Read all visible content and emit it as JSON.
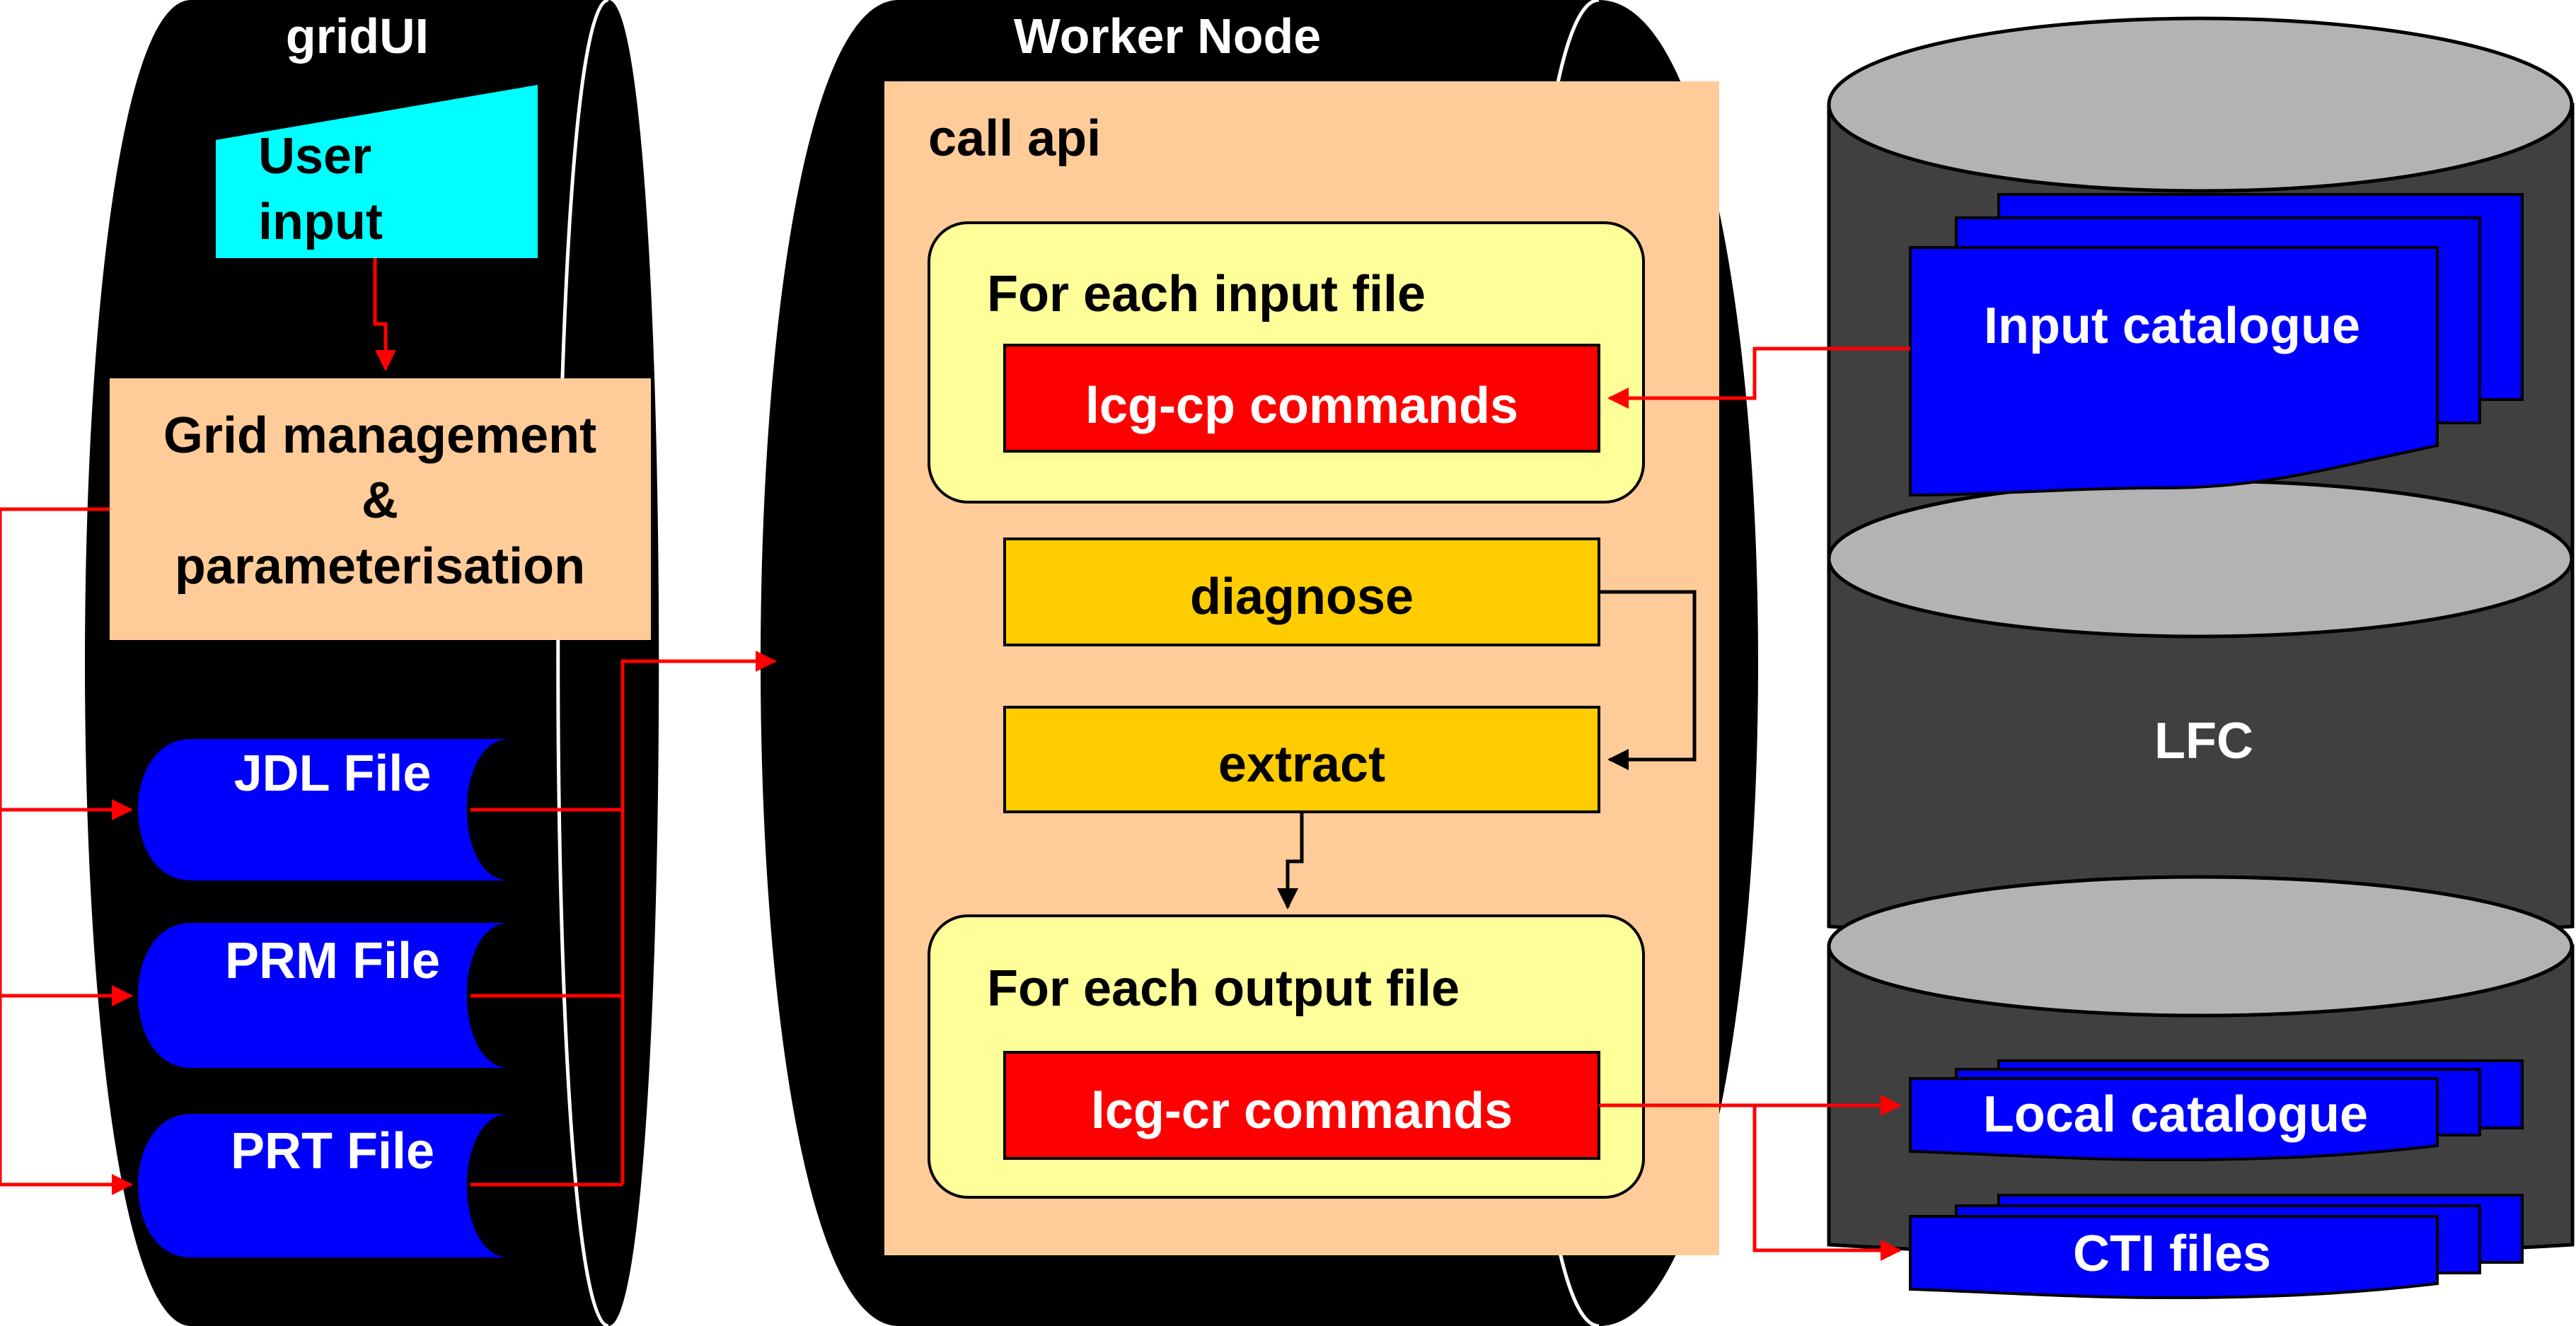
{
  "gridui": {
    "title": "gridUI",
    "user_input": [
      "User",
      "input"
    ],
    "grid_mgmt": [
      "Grid management",
      "&",
      "parameterisation"
    ],
    "files": [
      "JDL File",
      "PRM File",
      "PRT File"
    ]
  },
  "worker": {
    "title": "Worker Node",
    "call_api": "call api",
    "input_loop": "For each input file",
    "lcg_cp": "lcg-cp commands",
    "diagnose": "diagnose",
    "extract": "extract",
    "output_loop": "For each output file",
    "lcg_cr": "lcg-cr commands"
  },
  "lfc": {
    "label": "LFC",
    "input_catalogue": "Input catalogue",
    "local_catalogue": "Local catalogue",
    "cti_files": "CTI files"
  },
  "colors": {
    "black": "#000000",
    "user_input": "#00ffff",
    "peach": "#ffcc99",
    "light_yellow": "#ffff99",
    "red": "#ff0000",
    "gold": "#ffcc00",
    "blue": "#0000ff",
    "dark_gray": "#404040",
    "light_gray": "#b3b3b3",
    "arrow_red": "#ff0000"
  }
}
